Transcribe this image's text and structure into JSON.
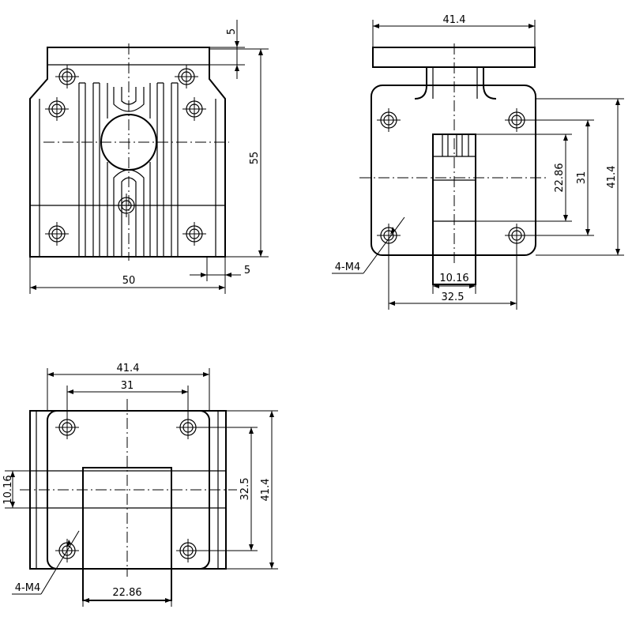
{
  "views": {
    "top_left": {
      "dims": {
        "top_offset": "5",
        "height": "55",
        "width": "50",
        "side_offset": "5"
      }
    },
    "top_right": {
      "dims": {
        "flange_width": "41.4",
        "slot_height": "22.86",
        "hole_spacing_vertical": "31",
        "overall_height": "41.4",
        "slot_width": "10.16",
        "hole_spacing_horizontal": "32.5"
      },
      "hole_callout": "4-M4"
    },
    "bottom_left": {
      "dims": {
        "overall_width": "41.4",
        "hole_spacing_horizontal": "31",
        "slot_height": "10.16",
        "hole_spacing_vertical": "32.5",
        "overall_height": "41.4",
        "slot_width": "22.86"
      },
      "hole_callout": "4-M4"
    }
  },
  "colors": {
    "line": "#000000",
    "background": "#ffffff"
  }
}
